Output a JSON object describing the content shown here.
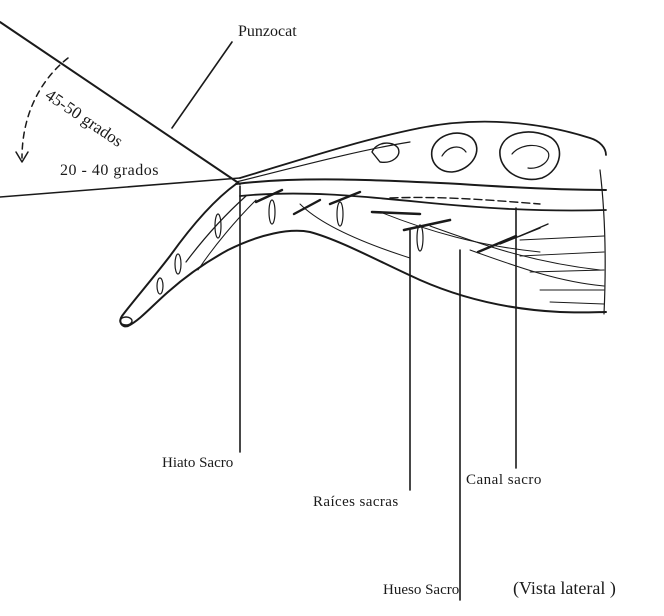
{
  "labels": {
    "punzocat": "Punzocat",
    "angle_45_50": "45-50 grados",
    "angle_20_40": "20 - 40 grados",
    "hiato_sacro": "Hiato Sacro",
    "canal_sacro": "Canal sacro",
    "raices_sacras": "Raíces sacras",
    "hueso_sacro": "Hueso Sacro",
    "vista_lateral": "(Vista lateral )"
  },
  "icons": {
    "rotation_arrow": "curved-dashed-arrow-icon"
  },
  "colors": {
    "ink": "#1a1a1a",
    "background": "#ffffff"
  }
}
